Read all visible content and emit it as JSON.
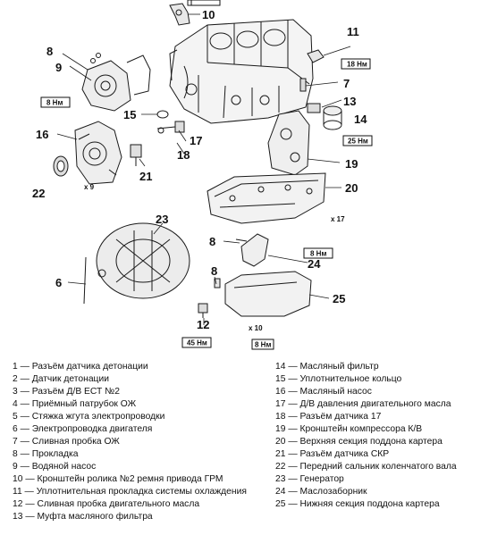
{
  "callouts": {
    "c6": "6",
    "c7": "7",
    "c8a": "8",
    "c8b": "8",
    "c8c": "8",
    "c9": "9",
    "c10": "10",
    "c11": "11",
    "c12": "12",
    "c13": "13",
    "c14": "14",
    "c15": "15",
    "c16": "16",
    "c17": "17",
    "c18": "18",
    "c19": "19",
    "c20": "20",
    "c21": "21",
    "c22": "22",
    "c23": "23",
    "c24": "24",
    "c25": "25"
  },
  "torques": {
    "t18nm": "18 Нм",
    "t8nm_a": "8 Нм",
    "t25nm": "25 Нм",
    "t8nm_b": "8 Нм",
    "t45nm": "45 Нм",
    "t8nm_c": "8 Нм"
  },
  "quantities": {
    "x9": "x 9",
    "x17": "x 17",
    "x10": "x 10"
  },
  "legend_left": [
    "1 — Разъём датчика детонации",
    "2 — Датчик детонации",
    "3 — Разъём Д/В ЕСТ №2",
    "4 — Приёмный патрубок ОЖ",
    "5 — Стяжка жгута электропроводки",
    "6 — Электропроводка двигателя",
    "7 — Сливная пробка ОЖ",
    "8 — Прокладка",
    "9 — Водяной насос",
    "10 — Кронштейн ролика №2 ремня привода ГРМ",
    "11 — Уплотнительная прокладка системы охлаждения",
    "12 — Сливная пробка двигательного масла",
    "13 — Муфта масляного фильтра"
  ],
  "legend_right": [
    "14 — Масляный фильтр",
    "15 — Уплотнительное кольцо",
    "16 — Масляный насос",
    "17 — Д/В давления двигательного масла",
    "18 — Разъём датчика 17",
    "19 — Кронштейн компрессора К/В",
    "20 — Верхняя секция поддона картера",
    "21 — Разъём датчика СКР",
    "22 — Передний сальник коленчатого вала",
    "23 — Генератор",
    "24 — Маслозаборник",
    "25 — Нижняя секция поддона картера"
  ]
}
